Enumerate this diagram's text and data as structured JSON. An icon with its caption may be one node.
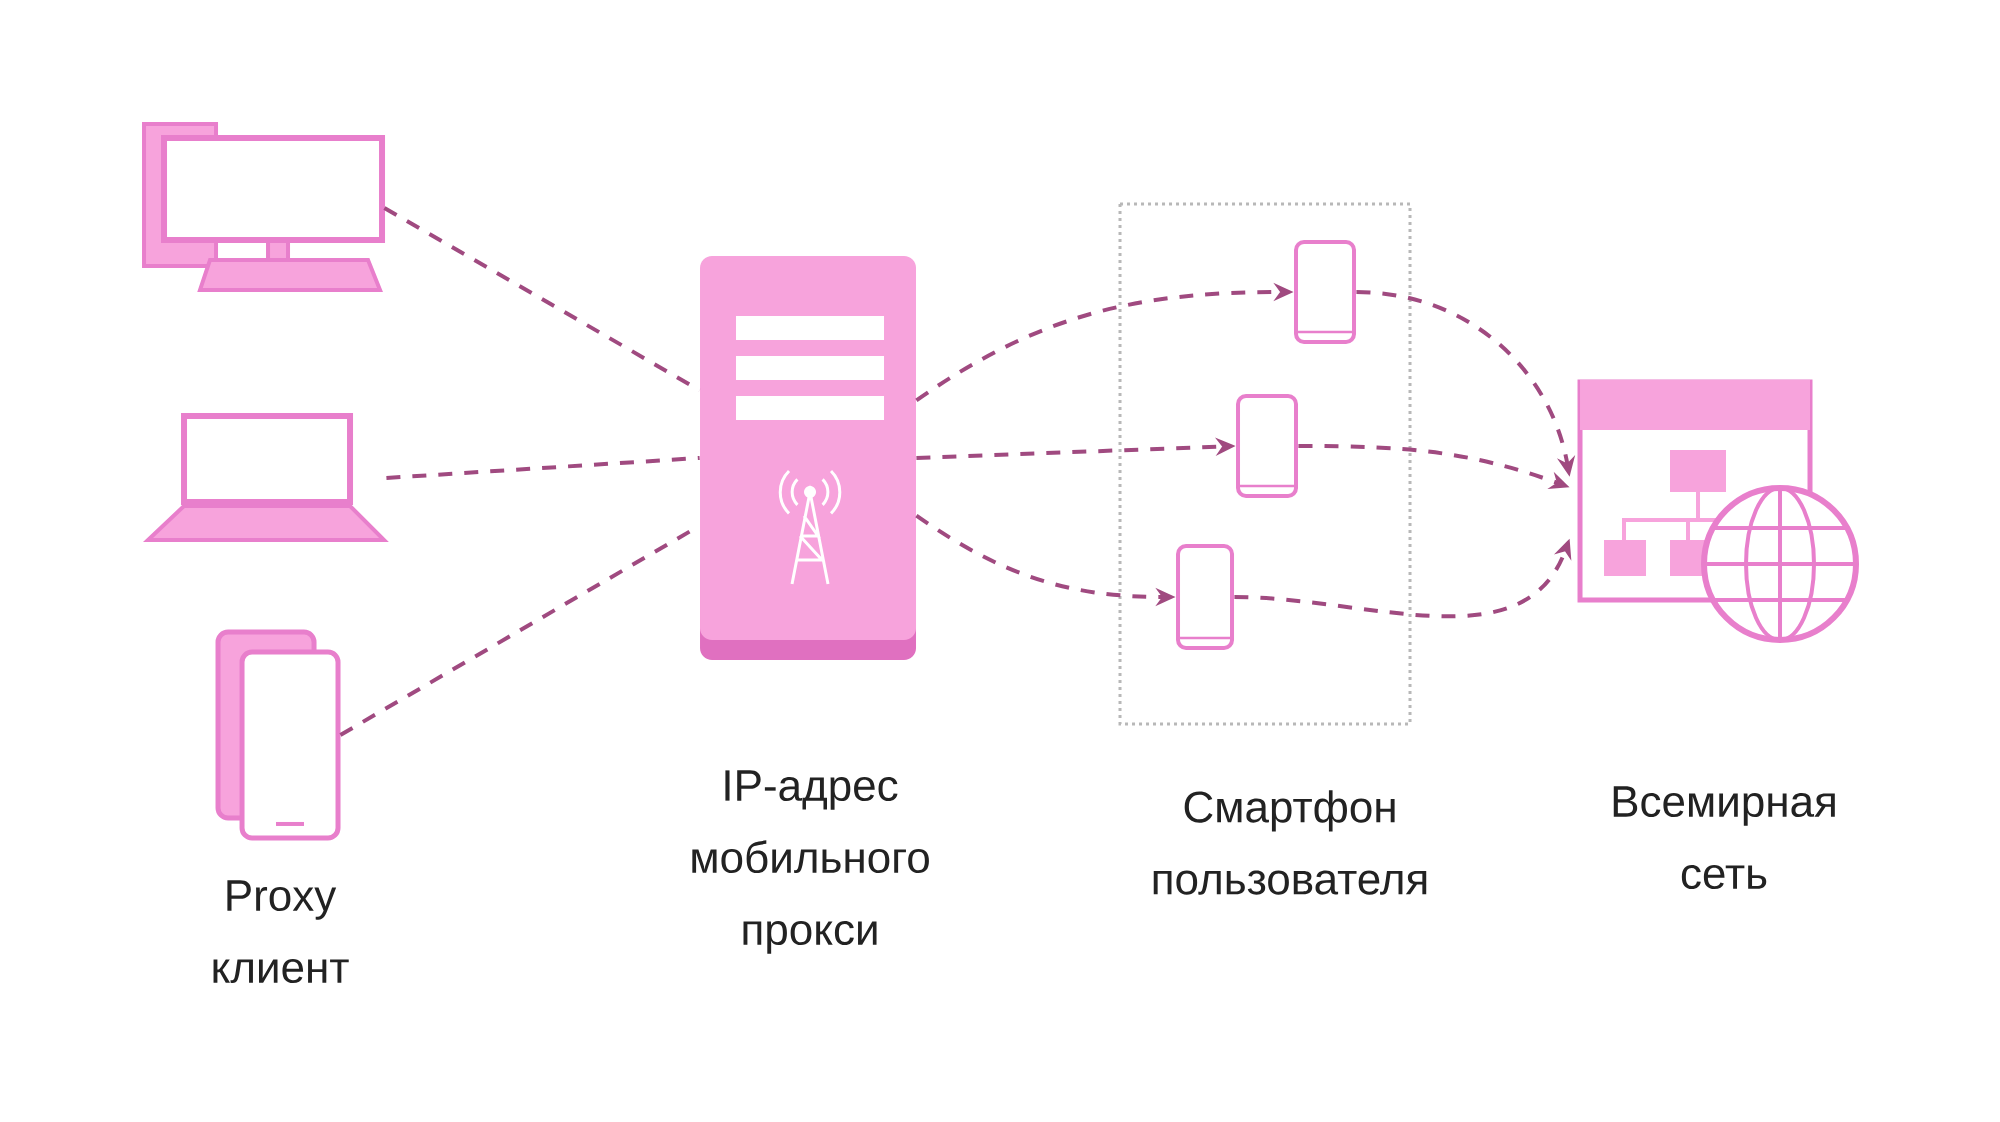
{
  "diagram": {
    "nodes": [
      {
        "text": [],
        "shape": "desktop"
      },
      {
        "text": [],
        "shape": "laptop"
      },
      {
        "text": [],
        "shape": "smartphones"
      },
      {
        "text": [],
        "shape": "server",
        "beside": [
          "IP-адрес мобильного прокси"
        ]
      },
      {
        "text": [],
        "shape": "box",
        "beside": [
          "Смартфон пользователя"
        ]
      },
      {
        "text": [],
        "shape": "smartphone",
        "in": 4
      },
      {
        "text": [],
        "shape": "smartphone",
        "in": 4
      },
      {
        "text": [],
        "shape": "smartphone",
        "in": 4
      },
      {
        "text": [],
        "shape": "website",
        "beside": [
          "Всемирная сеть"
        ]
      }
    ],
    "edges": [
      {
        "from": 0,
        "to": 3,
        "arrow": "none",
        "style": "dashed"
      },
      {
        "from": 1,
        "to": 3,
        "arrow": "none",
        "style": "dashed"
      },
      {
        "from": 2,
        "to": 3,
        "arrow": "none",
        "style": "dashed"
      },
      {
        "from": 3,
        "to": 5,
        "arrow": "to",
        "style": "dashed"
      },
      {
        "from": 3,
        "to": 6,
        "arrow": "to",
        "style": "dashed"
      },
      {
        "from": 3,
        "to": 7,
        "arrow": "to",
        "style": "dashed"
      },
      {
        "from": 5,
        "to": 8,
        "arrow": "to",
        "style": "dashed"
      },
      {
        "from": 6,
        "to": 8,
        "arrow": "to",
        "style": "dashed"
      },
      {
        "from": 7,
        "to": 8,
        "arrow": "to",
        "style": "dashed"
      }
    ],
    "labels": [
      "Proxy клиент"
    ]
  }
}
